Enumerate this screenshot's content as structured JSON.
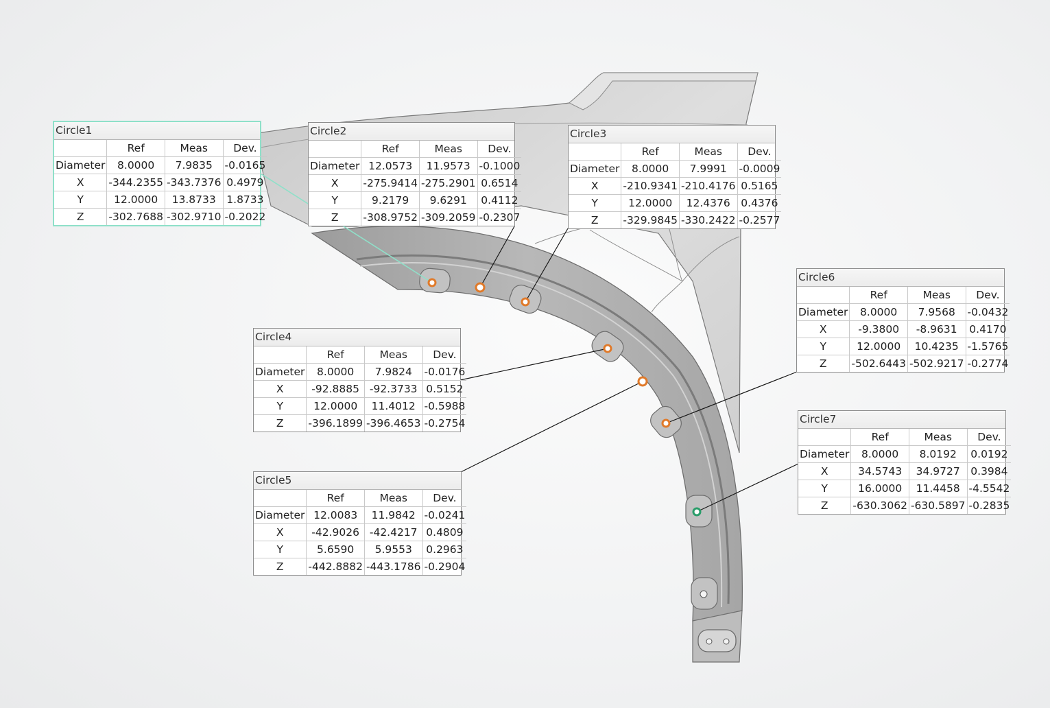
{
  "header": {
    "ref": "Ref",
    "meas": "Meas",
    "dev": "Dev."
  },
  "accent": "#8fe0c9",
  "marker_color": "#e07a2a",
  "callouts": [
    {
      "title": "Circle1",
      "selected": true,
      "rows": [
        {
          "label": "Diameter",
          "ref": "8.0000",
          "meas": "7.9835",
          "dev": "-0.0165"
        },
        {
          "label": "X",
          "ref": "-344.2355",
          "meas": "-343.7376",
          "dev": "0.4979"
        },
        {
          "label": "Y",
          "ref": "12.0000",
          "meas": "13.8733",
          "dev": "1.8733"
        },
        {
          "label": "Z",
          "ref": "-302.7688",
          "meas": "-302.9710",
          "dev": "-0.2022"
        }
      ]
    },
    {
      "title": "Circle2",
      "selected": false,
      "rows": [
        {
          "label": "Diameter",
          "ref": "12.0573",
          "meas": "11.9573",
          "dev": "-0.1000"
        },
        {
          "label": "X",
          "ref": "-275.9414",
          "meas": "-275.2901",
          "dev": "0.6514"
        },
        {
          "label": "Y",
          "ref": "9.2179",
          "meas": "9.6291",
          "dev": "0.4112"
        },
        {
          "label": "Z",
          "ref": "-308.9752",
          "meas": "-309.2059",
          "dev": "-0.2307"
        }
      ]
    },
    {
      "title": "Circle3",
      "selected": false,
      "rows": [
        {
          "label": "Diameter",
          "ref": "8.0000",
          "meas": "7.9991",
          "dev": "-0.0009"
        },
        {
          "label": "X",
          "ref": "-210.9341",
          "meas": "-210.4176",
          "dev": "0.5165"
        },
        {
          "label": "Y",
          "ref": "12.0000",
          "meas": "12.4376",
          "dev": "0.4376"
        },
        {
          "label": "Z",
          "ref": "-329.9845",
          "meas": "-330.2422",
          "dev": "-0.2577"
        }
      ]
    },
    {
      "title": "Circle4",
      "selected": false,
      "rows": [
        {
          "label": "Diameter",
          "ref": "8.0000",
          "meas": "7.9824",
          "dev": "-0.0176"
        },
        {
          "label": "X",
          "ref": "-92.8885",
          "meas": "-92.3733",
          "dev": "0.5152"
        },
        {
          "label": "Y",
          "ref": "12.0000",
          "meas": "11.4012",
          "dev": "-0.5988"
        },
        {
          "label": "Z",
          "ref": "-396.1899",
          "meas": "-396.4653",
          "dev": "-0.2754"
        }
      ]
    },
    {
      "title": "Circle5",
      "selected": false,
      "rows": [
        {
          "label": "Diameter",
          "ref": "12.0083",
          "meas": "11.9842",
          "dev": "-0.0241"
        },
        {
          "label": "X",
          "ref": "-42.9026",
          "meas": "-42.4217",
          "dev": "0.4809"
        },
        {
          "label": "Y",
          "ref": "5.6590",
          "meas": "5.9553",
          "dev": "0.2963"
        },
        {
          "label": "Z",
          "ref": "-442.8882",
          "meas": "-443.1786",
          "dev": "-0.2904"
        }
      ]
    },
    {
      "title": "Circle6",
      "selected": false,
      "rows": [
        {
          "label": "Diameter",
          "ref": "8.0000",
          "meas": "7.9568",
          "dev": "-0.0432"
        },
        {
          "label": "X",
          "ref": "-9.3800",
          "meas": "-8.9631",
          "dev": "0.4170"
        },
        {
          "label": "Y",
          "ref": "12.0000",
          "meas": "10.4235",
          "dev": "-1.5765"
        },
        {
          "label": "Z",
          "ref": "-502.6443",
          "meas": "-502.9217",
          "dev": "-0.2774"
        }
      ]
    },
    {
      "title": "Circle7",
      "selected": false,
      "rows": [
        {
          "label": "Diameter",
          "ref": "8.0000",
          "meas": "8.0192",
          "dev": "0.0192"
        },
        {
          "label": "X",
          "ref": "34.5743",
          "meas": "34.9727",
          "dev": "0.3984"
        },
        {
          "label": "Y",
          "ref": "16.0000",
          "meas": "11.4458",
          "dev": "-4.5542"
        },
        {
          "label": "Z",
          "ref": "-630.3062",
          "meas": "-630.5897",
          "dev": "-0.2835"
        }
      ]
    }
  ]
}
